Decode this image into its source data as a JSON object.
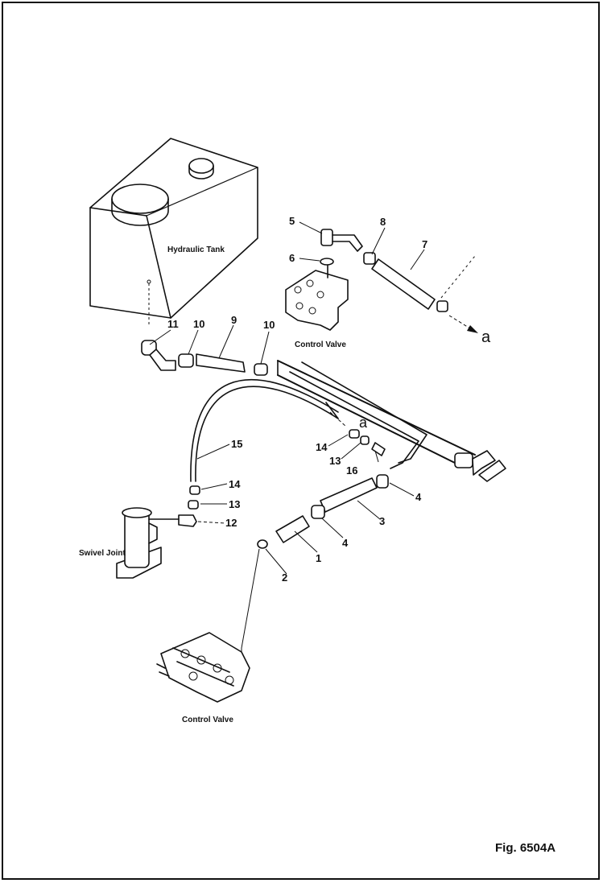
{
  "figure": {
    "label": "Fig. 6504A"
  },
  "components": {
    "hydraulic_tank": "Hydraulic Tank",
    "control_valve_upper": "Control Valve",
    "control_valve_lower": "Control Valve",
    "swivel_joint": "Swivel Joint"
  },
  "callouts": {
    "p1": "1",
    "p2": "2",
    "p3": "3",
    "p4a": "4",
    "p4b": "4",
    "p5": "5",
    "p6": "6",
    "p7": "7",
    "p8": "8",
    "p9": "9",
    "p10a": "10",
    "p10b": "10",
    "p11": "11",
    "p12": "12",
    "p13a": "13",
    "p13b": "13",
    "p14a": "14",
    "p14b": "14",
    "p15": "15",
    "p16": "16"
  },
  "connection_marks": {
    "a_right": "a",
    "a_middle": "a"
  },
  "colors": {
    "ink": "#111111",
    "paper": "#ffffff"
  }
}
